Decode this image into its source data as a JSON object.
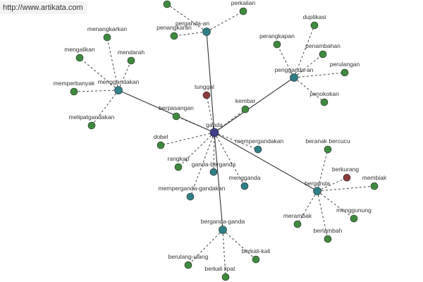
{
  "watermark": "http://www.artikata.com",
  "colors": {
    "center": "#3e3e8a",
    "hub": "#2f7f86",
    "leaf": "#3e8a3e",
    "accent": "#8a3a3a",
    "edge": "#333333"
  },
  "graph": {
    "center": {
      "id": "ganda",
      "label": "ganda",
      "kind": "center"
    },
    "hubs": [
      {
        "id": "berganda-an",
        "label": "perganda-an",
        "kind": "hub"
      },
      {
        "id": "pengganda-an",
        "label": "pengganda-an",
        "kind": "hub"
      },
      {
        "id": "menggandakan",
        "label": "menggandakan",
        "kind": "hub"
      },
      {
        "id": "berganda",
        "label": "berganda",
        "kind": "hub"
      },
      {
        "id": "berganda-ganda",
        "label": "berganda-ganda",
        "kind": "hub"
      }
    ],
    "leaves": [
      {
        "id": "perkalian",
        "label": "perkalian",
        "parent": "berganda-an",
        "kind": "leaf"
      },
      {
        "id": "penangkaran",
        "label": "penangkaran",
        "parent": "berganda-an",
        "kind": "leaf"
      },
      {
        "id": "top-a",
        "label": "",
        "parent": "berganda-an",
        "kind": "leaf"
      },
      {
        "id": "duplikasi",
        "label": "duplikasi",
        "parent": "pengganda-an",
        "kind": "leaf"
      },
      {
        "id": "perangkapan",
        "label": "perangkapan",
        "parent": "pengganda-an",
        "kind": "leaf"
      },
      {
        "id": "penambahan",
        "label": "penambahan",
        "parent": "pengganda-an",
        "kind": "leaf"
      },
      {
        "id": "perulangan",
        "label": "perulangan",
        "parent": "pengganda-an",
        "kind": "leaf"
      },
      {
        "id": "penokokan",
        "label": "penokokan",
        "parent": "pengganda-an",
        "kind": "leaf"
      },
      {
        "id": "menangkarkan",
        "label": "menangkarkan",
        "parent": "menggandakan",
        "kind": "leaf"
      },
      {
        "id": "mengalikan",
        "label": "mengalikan",
        "parent": "menggandakan",
        "kind": "leaf"
      },
      {
        "id": "mendarah",
        "label": "mendarah",
        "parent": "menggandakan",
        "kind": "leaf"
      },
      {
        "id": "memperbanyak",
        "label": "memperbanyak",
        "parent": "menggandakan",
        "kind": "leaf"
      },
      {
        "id": "melipatgandakan",
        "label": "melipatgandakan",
        "parent": "menggandakan",
        "kind": "leaf"
      },
      {
        "id": "tunggal",
        "label": "tunggal",
        "parent": "ganda",
        "kind": "accent"
      },
      {
        "id": "kembar",
        "label": "kembar",
        "parent": "ganda",
        "kind": "leaf"
      },
      {
        "id": "berpasangan",
        "label": "berpasangan",
        "parent": "ganda",
        "kind": "leaf"
      },
      {
        "id": "dobel",
        "label": "dobel",
        "parent": "ganda",
        "kind": "leaf"
      },
      {
        "id": "mempergandakan",
        "label": "mempergandakan",
        "parent": "ganda",
        "kind": "hub"
      },
      {
        "id": "rangkap",
        "label": "rangkap",
        "parent": "ganda",
        "kind": "leaf"
      },
      {
        "id": "ganda-berganda",
        "label": "ganda-berganda",
        "parent": "ganda",
        "kind": "hub"
      },
      {
        "id": "mengganda",
        "label": "mengganda",
        "parent": "ganda",
        "kind": "hub"
      },
      {
        "id": "mempergandakan2",
        "label": "memperganda-gandakan",
        "parent": "ganda",
        "kind": "hub"
      },
      {
        "id": "beranak-bercucu",
        "label": "beranak bercucu",
        "parent": "berganda",
        "kind": "leaf"
      },
      {
        "id": "berkurang",
        "label": "berkurang",
        "parent": "berganda",
        "kind": "accent"
      },
      {
        "id": "membiak",
        "label": "membiak",
        "parent": "berganda",
        "kind": "leaf"
      },
      {
        "id": "merambak",
        "label": "merambak",
        "parent": "berganda",
        "kind": "leaf"
      },
      {
        "id": "menggunung",
        "label": "menggunung",
        "parent": "berganda",
        "kind": "leaf"
      },
      {
        "id": "bertambah",
        "label": "bertambah",
        "parent": "berganda",
        "kind": "leaf"
      },
      {
        "id": "berulang-ulang",
        "label": "berulang-ulang",
        "parent": "berganda-ganda",
        "kind": "leaf"
      },
      {
        "id": "berkali-kali",
        "label": "berkali-kali",
        "parent": "berganda-ganda",
        "kind": "leaf"
      },
      {
        "id": "berkali-lipat",
        "label": "berkali lipat",
        "parent": "berganda-ganda",
        "kind": "leaf"
      }
    ]
  }
}
